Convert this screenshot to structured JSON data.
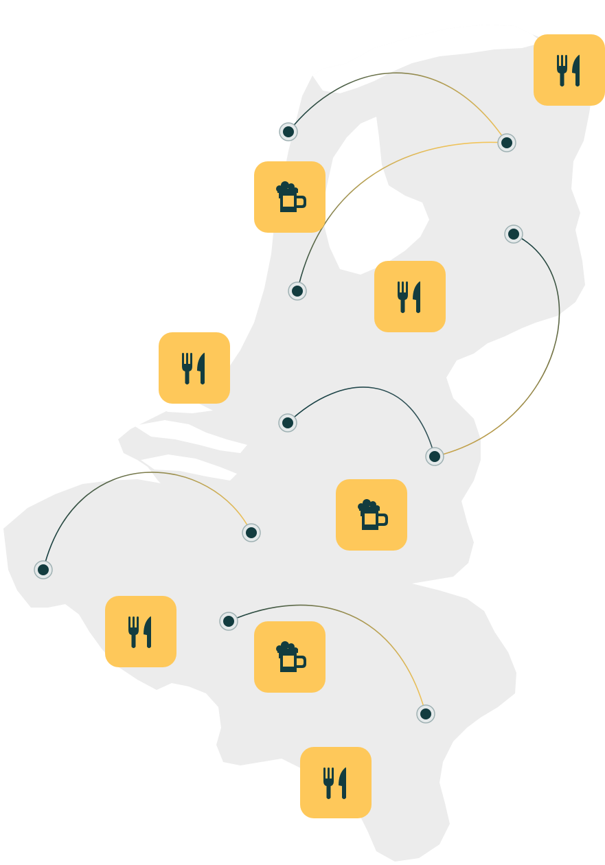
{
  "colors": {
    "land": "#ececec",
    "land_edge": "#e3e3e3",
    "water": "#ffffff",
    "badge": "#fec85a",
    "icon": "#123c3f",
    "dot_fill": "#123c3f",
    "dot_ring_fill": "#e4e9ea",
    "dot_ring_stroke": "#9fb1b3",
    "route_dark": "#123c3f",
    "route_gold": "#f2c45a"
  },
  "map": {
    "region": "benelux-outline",
    "labels_visible": false
  },
  "badges": [
    {
      "id": "badge-ne-restaurant",
      "icon": "fork-knife-icon"
    },
    {
      "id": "badge-nw-beer",
      "icon": "beer-mug-icon"
    },
    {
      "id": "badge-center-restaurant",
      "icon": "fork-knife-icon"
    },
    {
      "id": "badge-west-restaurant",
      "icon": "fork-knife-icon"
    },
    {
      "id": "badge-mid-beer",
      "icon": "beer-mug-icon"
    },
    {
      "id": "badge-sw-restaurant",
      "icon": "fork-knife-icon"
    },
    {
      "id": "badge-south-beer",
      "icon": "beer-mug-icon"
    },
    {
      "id": "badge-bottom-restaurant",
      "icon": "fork-knife-icon"
    }
  ],
  "routes": [
    {
      "id": "route-1",
      "from": "dot-a",
      "to": "dot-b"
    },
    {
      "id": "route-2",
      "from": "dot-b",
      "to": "dot-c"
    },
    {
      "id": "route-3",
      "from": "dot-d",
      "to": "dot-f"
    },
    {
      "id": "route-4",
      "from": "dot-e",
      "to": "dot-f"
    },
    {
      "id": "route-5",
      "from": "dot-g",
      "to": "dot-h"
    },
    {
      "id": "route-6",
      "from": "dot-i",
      "to": "dot-j"
    }
  ]
}
